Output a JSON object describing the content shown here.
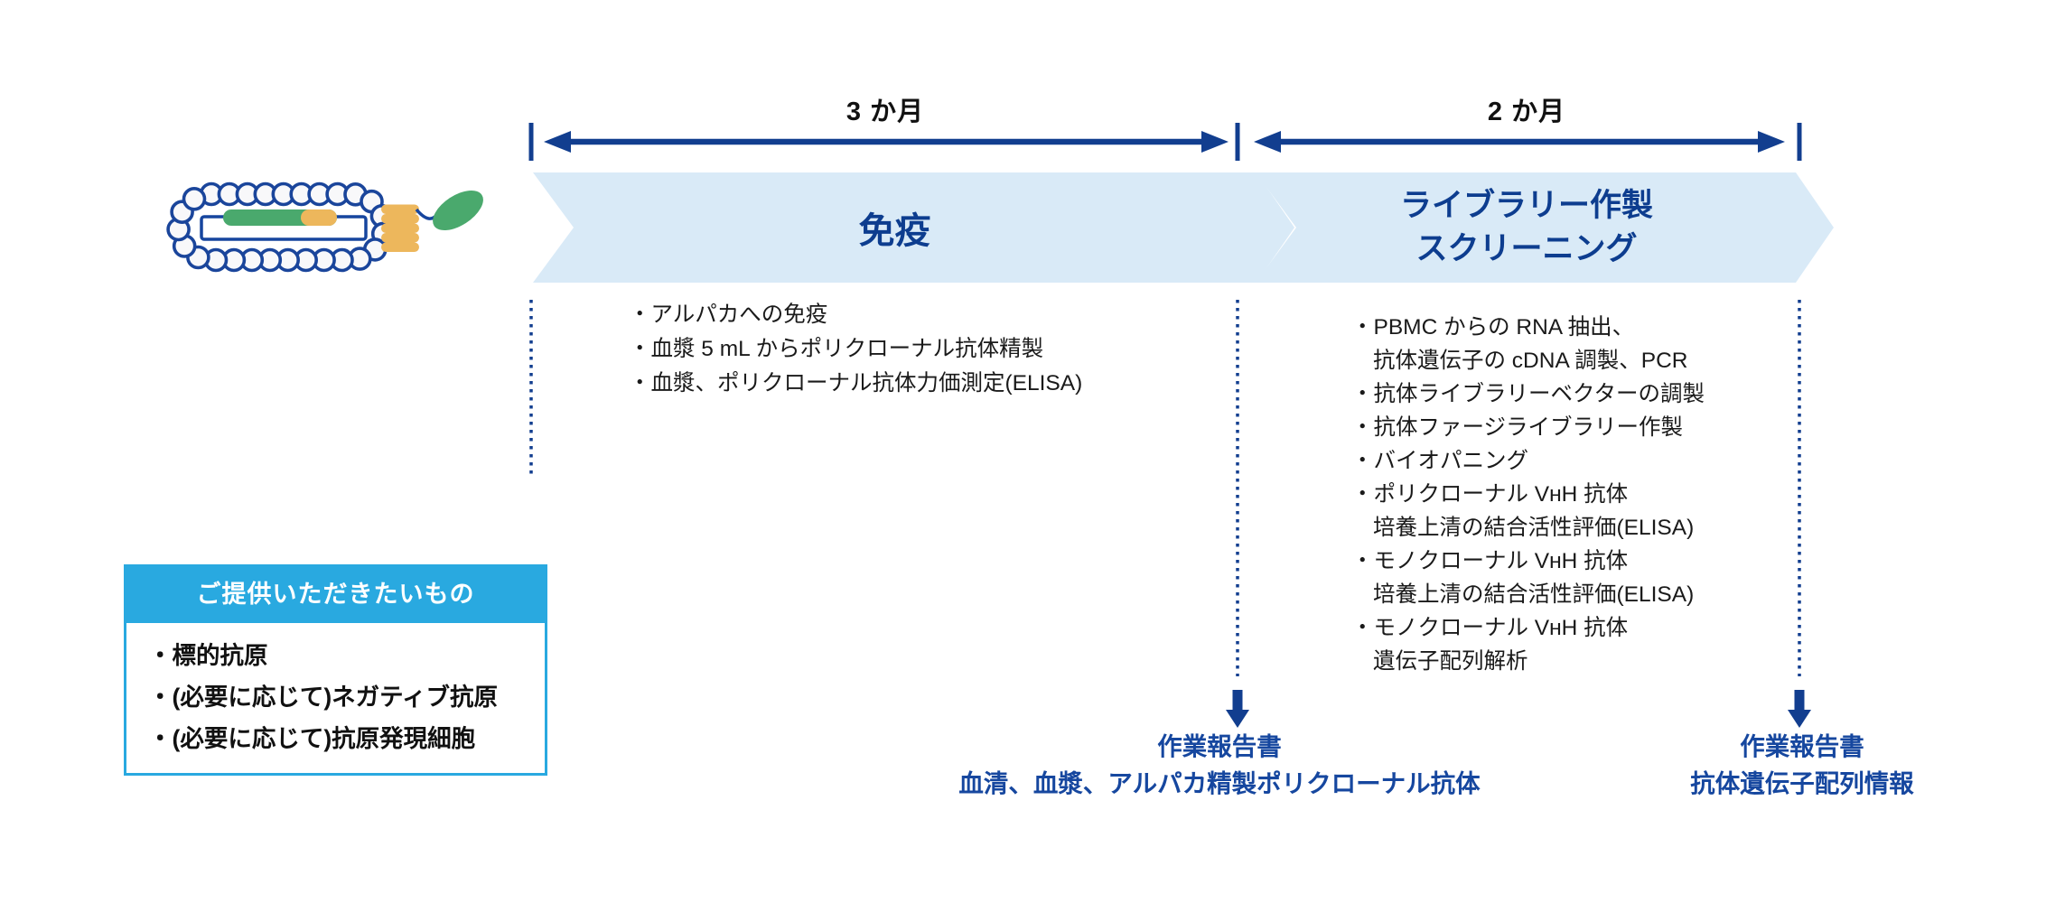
{
  "colors": {
    "navy": "#123E8F",
    "banner_fill": "#D9EAF7",
    "banner_title": "#0D3D8F",
    "provide_blue": "#29A9E0",
    "deliverable_text": "#16479F",
    "list_text": "#1A1A1A",
    "green": "#4AA96D",
    "orange": "#EDB75C"
  },
  "durations": {
    "phase1": "3 か月",
    "phase2": "2 か月"
  },
  "banners": {
    "phase1_title": "免疫",
    "phase2_title_line1": "ライブラリー作製",
    "phase2_title_line2": "スクリーニング"
  },
  "immunization_list": {
    "line1": "・アルパカへの免疫",
    "line2": "・血漿 5 mL からポリクローナル抗体精製",
    "line3": "・血漿、ポリクローナル抗体力価測定(ELISA)"
  },
  "screening_list": {
    "line1": "・PBMC からの RNA 抽出、",
    "line2": "抗体遺伝子の cDNA 調製、PCR",
    "line3": "・抗体ライブラリーベクターの調製",
    "line4": "・抗体ファージライブラリー作製",
    "line5": "・バイオパニング",
    "line6": "・ポリクローナル VʜH 抗体",
    "line7": "培養上清の結合活性評価(ELISA)",
    "line8": "・モノクローナル VʜH 抗体",
    "line9": "培養上清の結合活性評価(ELISA)",
    "line10": "・モノクローナル VʜH 抗体",
    "line11": "遺伝子配列解析"
  },
  "provide_box": {
    "title": "ご提供いただきたいもの",
    "line1": "・標的抗原",
    "line2": "・(必要に応じて)ネガティブ抗原",
    "line3": "・(必要に応じて)抗原発現細胞"
  },
  "deliverables": {
    "phase1_line1": "作業報告書",
    "phase1_line2": "血清、血漿、アルパカ精製ポリクローナル抗体",
    "phase2_line1": "作業報告書",
    "phase2_line2": "抗体遺伝子配列情報"
  }
}
